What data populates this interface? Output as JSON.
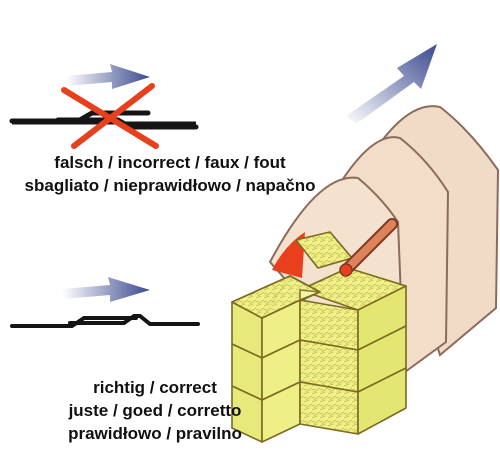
{
  "captions": {
    "wrong": [
      "falsch / incorrect / faux / fout",
      "sbagliato / nieprawidłowo / napačno"
    ],
    "right": [
      "richtig / correct",
      "juste / goed / corretto",
      "prawidłowo / pravilno"
    ]
  },
  "icons": {
    "wrong_arrow": "arrow-right-icon",
    "wrong_mark": "cross-mark-icon",
    "right_arrow": "arrow-right-icon",
    "pull_arrow": "arrow-up-right-icon"
  },
  "colors": {
    "arrow": "#3b4a8e",
    "cross": "#e8401c",
    "film": "#f0dbc6",
    "film_edge": "#8a6b5c",
    "hay": "#eef087",
    "stick": "#e0825c"
  }
}
